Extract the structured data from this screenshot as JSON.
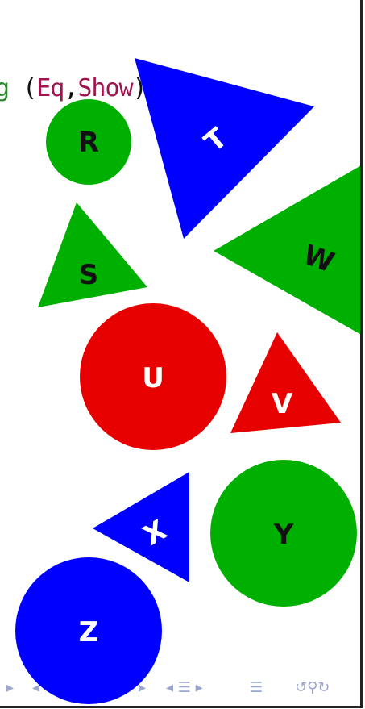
{
  "code_fragment": {
    "keyword_tail": "g",
    "open_paren": " (",
    "class1": "Eq",
    "comma": ",",
    "class2": "Show",
    "close_paren": ")"
  },
  "shapes": [
    {
      "label": "R",
      "kind": "circle",
      "color": "#00b000",
      "label_color": "#111111"
    },
    {
      "label": "T",
      "kind": "triangle",
      "color": "#0000ff",
      "label_color": "#ffffff"
    },
    {
      "label": "S",
      "kind": "triangle",
      "color": "#00b000",
      "label_color": "#111111"
    },
    {
      "label": "W",
      "kind": "triangle",
      "color": "#00b000",
      "label_color": "#111111"
    },
    {
      "label": "U",
      "kind": "circle",
      "color": "#e60000",
      "label_color": "#ffffff"
    },
    {
      "label": "V",
      "kind": "triangle",
      "color": "#e60000",
      "label_color": "#ffffff"
    },
    {
      "label": "X",
      "kind": "triangle",
      "color": "#0000ff",
      "label_color": "#ffffff"
    },
    {
      "label": "Y",
      "kind": "circle",
      "color": "#00b000",
      "label_color": "#111111"
    },
    {
      "label": "Z",
      "kind": "circle",
      "color": "#0000ff",
      "label_color": "#ffffff"
    }
  ],
  "navigation": {
    "icons": [
      "nav-left-arrow-icon",
      "nav-frame-icon",
      "nav-subsection-icon",
      "nav-section-icon",
      "nav-align-icon",
      "nav-search-icon"
    ]
  }
}
